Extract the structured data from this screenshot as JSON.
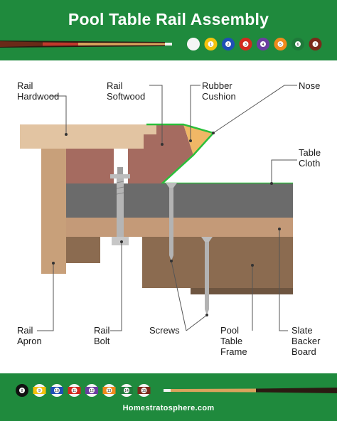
{
  "header": {
    "title": "Pool Table Rail Assembly"
  },
  "labels": {
    "rail_hardwood": "Rail\nHardwood",
    "rail_softwood": "Rail\nSoftwood",
    "rubber_cushion": "Rubber\nCushion",
    "nose": "Nose",
    "table_cloth": "Table\nCloth",
    "rail_apron": "Rail\nApron",
    "rail_bolt": "Rail\nBolt",
    "screws": "Screws",
    "pool_table_frame": "Pool\nTable\nFrame",
    "slate_backer_board": "Slate\nBacker\nBoard"
  },
  "balls_top": [
    "",
    "1",
    "2",
    "3",
    "4",
    "5",
    "6",
    "7"
  ],
  "balls_bottom": [
    "8",
    "9",
    "10",
    "11",
    "12",
    "13",
    "14",
    "15"
  ],
  "footer": {
    "site": "Homestratosphere.com"
  },
  "colors": {
    "green": "#1f8a3d",
    "hardwood": "#e2c4a2",
    "softwood": "#a56b60",
    "cushion": "#f0b766",
    "cloth": "#2bbf3b",
    "slate": "#6b6b6b",
    "backer": "#c49a78",
    "frame": "#8b6b50"
  }
}
